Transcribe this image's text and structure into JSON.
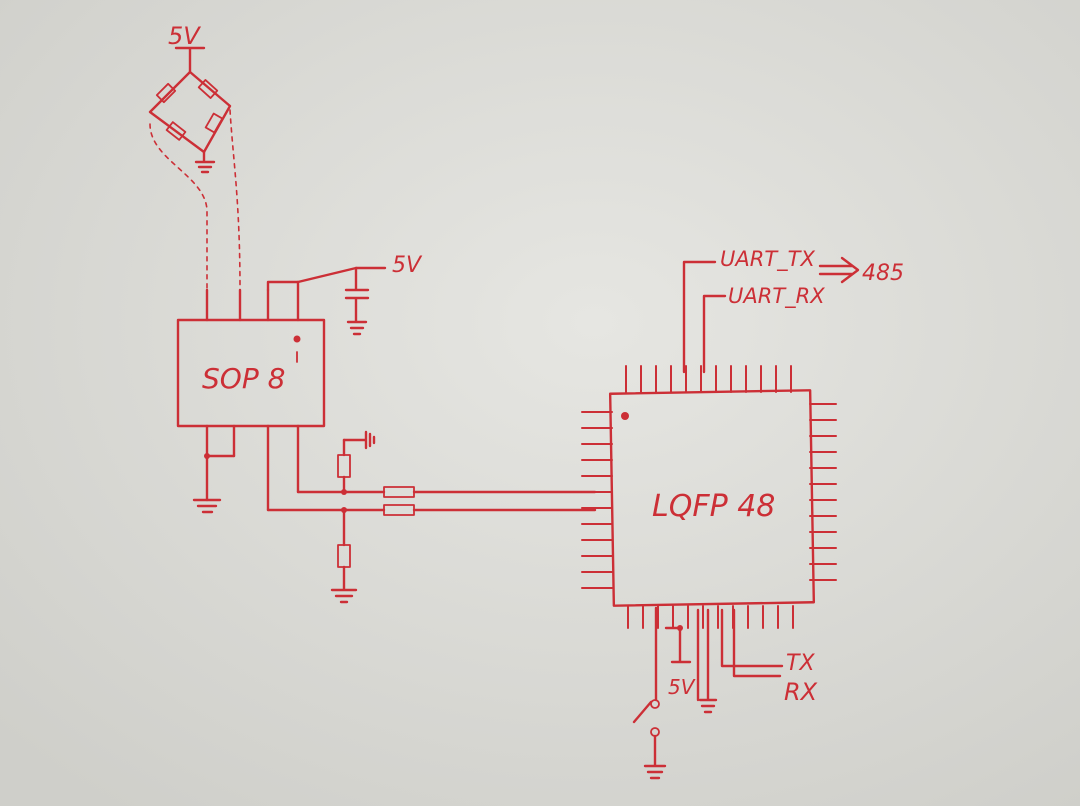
{
  "labels": {
    "bridge_supply": "5V",
    "ic_supply": "5V",
    "sop8": "SOP 8",
    "lqfp48": "LQFP 48",
    "uart_tx": "UART_TX",
    "uart_rx": "UART_RX",
    "rs485": "485",
    "tx": "TX",
    "rx": "RX",
    "bottom_supply": "5V"
  },
  "colors": {
    "ink": "#cc2f36",
    "paper": "#dcdcd7"
  }
}
